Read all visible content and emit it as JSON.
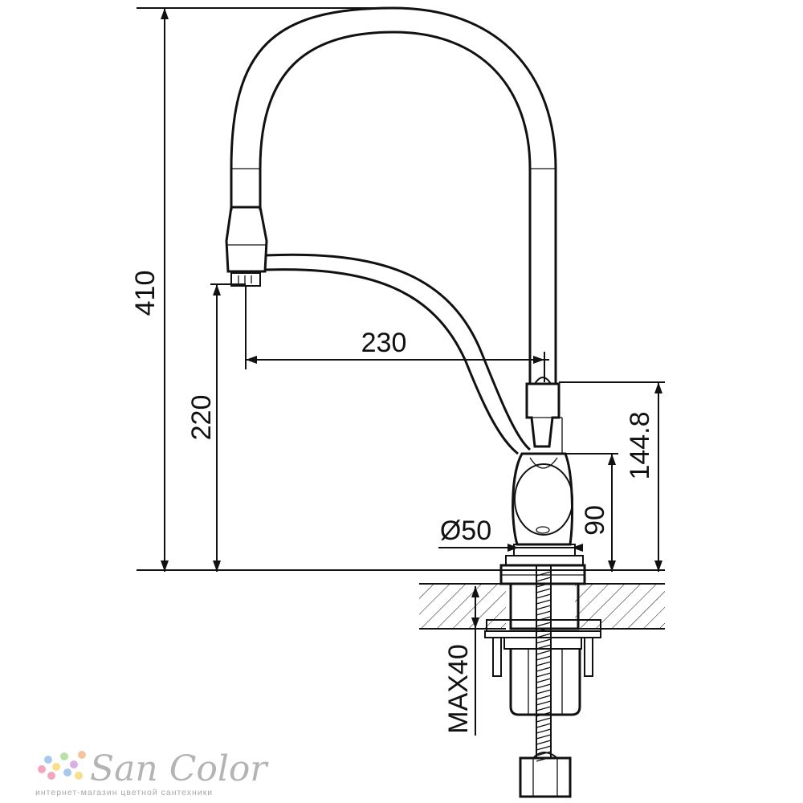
{
  "dimensions": {
    "total_height": "410",
    "spout_height": "220",
    "reach": "230",
    "handle_height": "144.8",
    "body_height": "90",
    "base_diameter": "Ø50",
    "max_counter": "MAX40"
  },
  "logo": {
    "name": "San Color",
    "tagline": "интернет-магазин цветной сантехники",
    "dot_colors": [
      "#f4a6c0",
      "#a8c8f0",
      "#f8e08a",
      "#b8e0a8",
      "#d8b0e8",
      "#f6c39a"
    ]
  }
}
